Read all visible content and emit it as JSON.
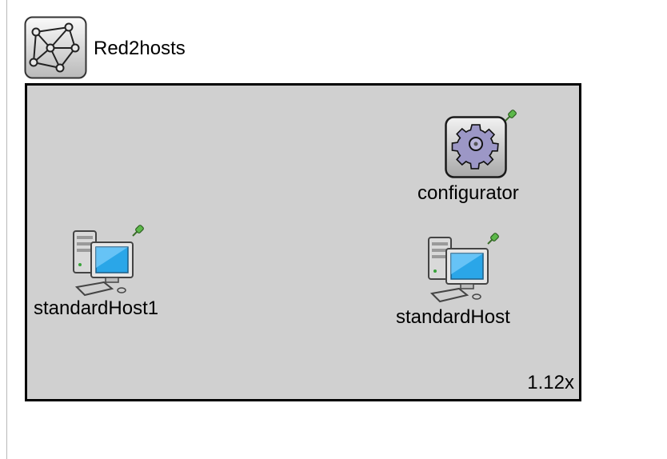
{
  "network": {
    "title": "Red2hosts",
    "icon": "network-icon"
  },
  "canvas": {
    "background": "#d0d0d0",
    "zoom_label": "1.12x"
  },
  "nodes": [
    {
      "label": "configurator",
      "icon": "gear-icon",
      "pinned": true
    },
    {
      "label": "standardHost1",
      "icon": "computer-icon",
      "pinned": true
    },
    {
      "label": "standardHost",
      "icon": "computer-icon",
      "pinned": true
    }
  ]
}
